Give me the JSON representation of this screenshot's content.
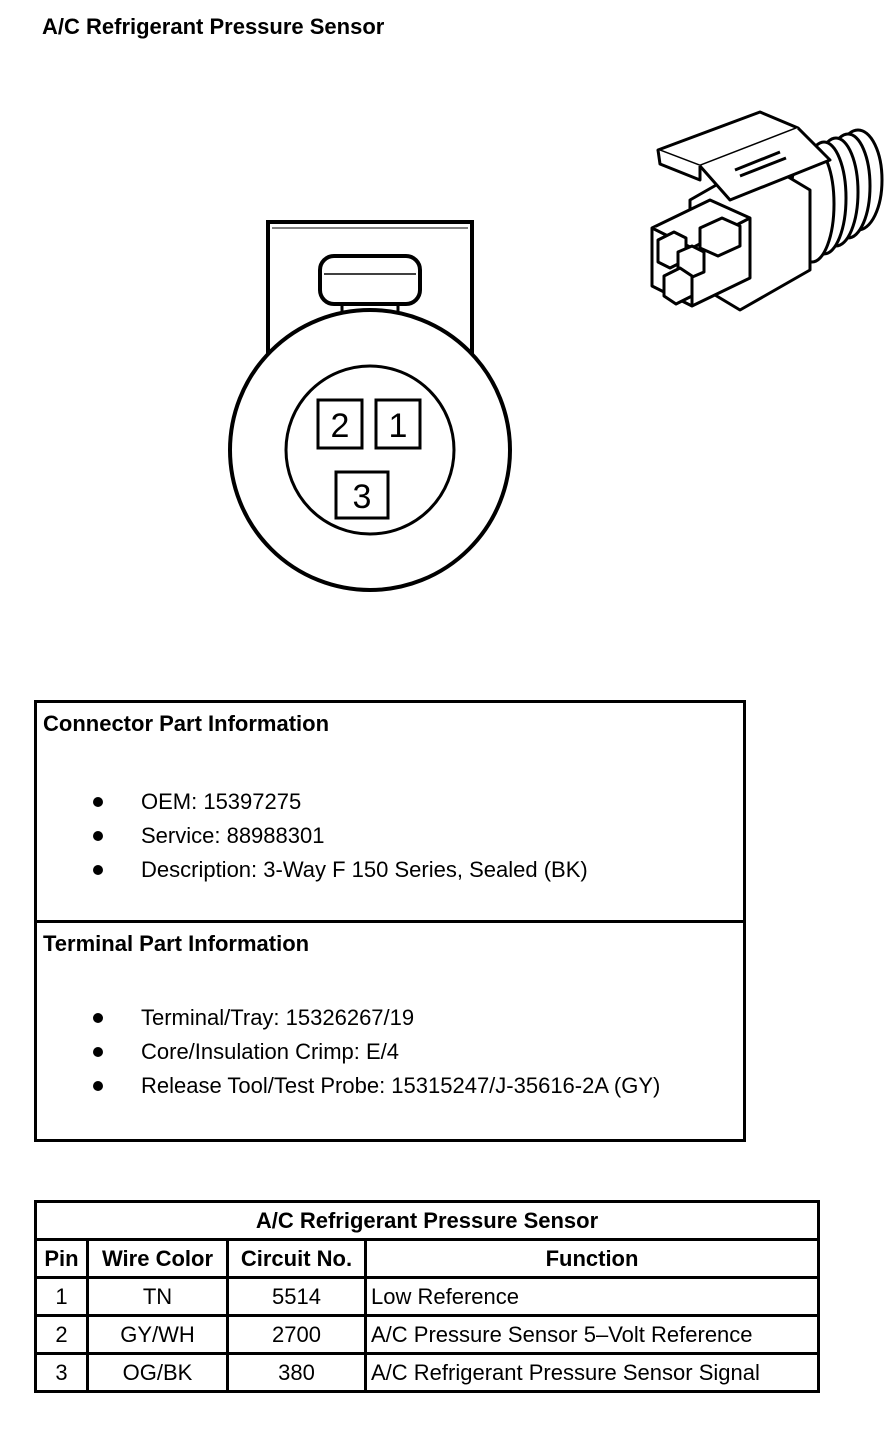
{
  "title": "A/C Refrigerant Pressure Sensor",
  "connector": {
    "pins": [
      {
        "label": "2"
      },
      {
        "label": "1"
      },
      {
        "label": "3"
      }
    ]
  },
  "connector_info": {
    "title": "Connector Part Information",
    "items": [
      "OEM: 15397275",
      "Service: 88988301",
      "Description: 3-Way F 150 Series, Sealed (BK)"
    ]
  },
  "terminal_info": {
    "title": "Terminal Part Information",
    "items": [
      "Terminal/Tray: 15326267/19",
      "Core/Insulation Crimp: E/4",
      "Release Tool/Test Probe: 15315247/J-35616-2A (GY)"
    ]
  },
  "pin_table": {
    "caption": "A/C Refrigerant Pressure Sensor",
    "headers": [
      "Pin",
      "Wire Color",
      "Circuit No.",
      "Function"
    ],
    "rows": [
      [
        "1",
        "TN",
        "5514",
        "Low Reference"
      ],
      [
        "2",
        "GY/WH",
        "2700",
        "A/C Pressure Sensor 5–Volt Reference"
      ],
      [
        "3",
        "OG/BK",
        "380",
        "A/C Refrigerant Pressure Sensor Signal"
      ]
    ]
  }
}
